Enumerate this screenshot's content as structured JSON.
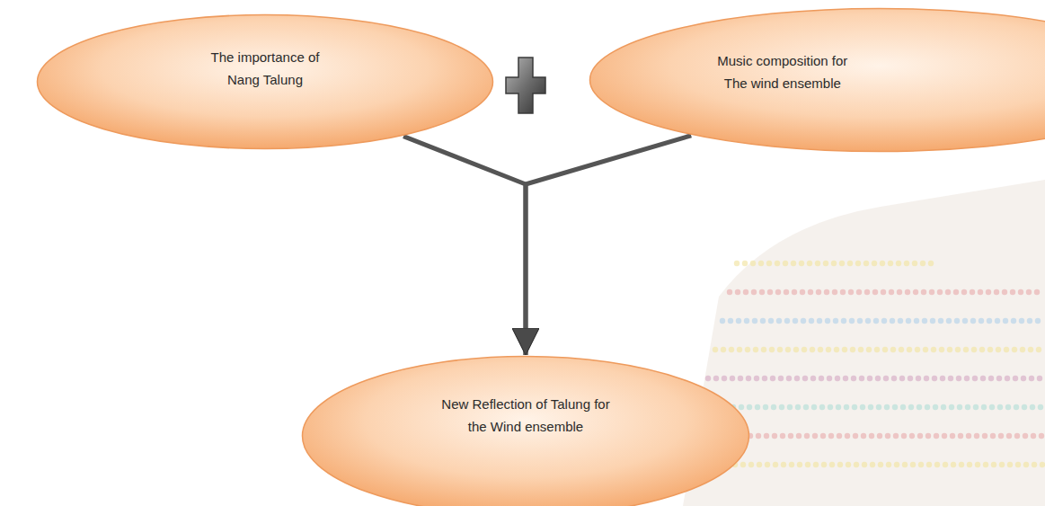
{
  "diagram": {
    "nodes": [
      {
        "text": [
          "The importance of Nang Talung"
        ]
      },
      {
        "text": [
          "Music composition for The wind ensemble"
        ]
      },
      {
        "text": [
          "New Reflection of Talung for the Wind ensemble"
        ]
      }
    ],
    "edges": [
      {
        "from": 0,
        "to": 2,
        "arrow": "to"
      },
      {
        "from": 1,
        "to": 2,
        "arrow": "to"
      }
    ]
  }
}
